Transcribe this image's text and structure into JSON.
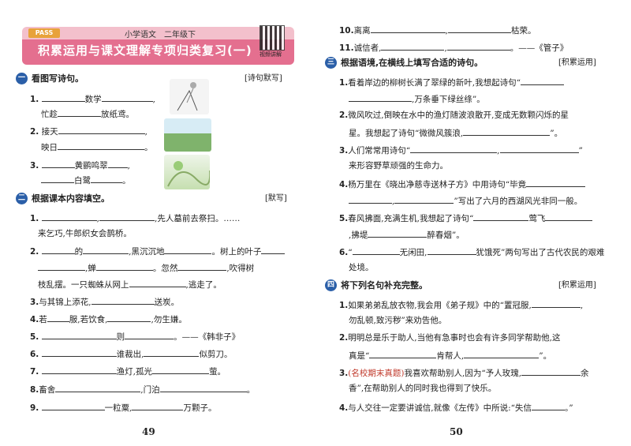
{
  "header": {
    "badge": "PASS",
    "subject": "小学语文　二年级下",
    "title": "积累运用与课文理解专项归类复习(一)",
    "qr_label": "视频讲解"
  },
  "left": {
    "section1": {
      "mark": "一",
      "title": "看图写诗句。",
      "tag": "[诗句默写]"
    },
    "s1_items": [
      {
        "num": "1.",
        "text_a": "",
        "mid": "数学",
        "text_b": "",
        "line2_a": "忙趁",
        "line2_b": "放纸鸢。"
      },
      {
        "num": "2.",
        "text_a": "接天",
        "line2_a": "映日"
      },
      {
        "num": "3.",
        "mid": "黄鹂鸣翠",
        "line2_b": "白鹭"
      }
    ],
    "section2": {
      "mark": "二",
      "title": "根据课本内容填空。",
      "tag": "[默写]"
    },
    "s2": {
      "q1": {
        "num": "1.",
        "a": ",",
        "b": ",先人墓前去祭扫。……",
        "c": "来乞巧,牛郎织女会鹊桥。"
      },
      "q2": {
        "num": "2.",
        "a": "的",
        "b": ",黑沉沉地",
        "c": "。树上的叶子",
        "d": ",蝉",
        "e": "。忽然",
        "f": ",吹得树",
        "g": "枝乱摆。一只蜘蛛从网上",
        "h": ",逃走了。"
      },
      "q3": {
        "num": "3.",
        "a": "与其锦上添花,",
        "b": "送炭。"
      },
      "q4": {
        "num": "4.",
        "a": "若",
        "b": "服,若饮食,",
        "c": ",勿生嫌。"
      },
      "q5": {
        "num": "5.",
        "a": "则",
        "b": "。——《韩非子》"
      },
      "q6": {
        "num": "6.",
        "a": "谁裁出,",
        "b": "似剪刀。"
      },
      "q7": {
        "num": "7.",
        "a": "渔灯,孤光",
        "b": "萤。"
      },
      "q8": {
        "num": "8.",
        "a": "畜舍",
        "b": ",门泊"
      },
      "q9": {
        "num": "9.",
        "a": "一粒粟,",
        "b": "万颗子。"
      }
    },
    "page_number": "49"
  },
  "right": {
    "top": {
      "q10": {
        "num": "10.",
        "a": "离离",
        "b": ",",
        "c": "枯荣。"
      },
      "q11": {
        "num": "11.",
        "a": "诚信者,",
        "b": "。——《管子》"
      }
    },
    "section3": {
      "mark": "三",
      "title": "根据语境,在横线上填写合适的诗句。",
      "tag": "[积累运用]"
    },
    "s3": {
      "q1": {
        "num": "1.",
        "a": "看着岸边的柳树长满了翠绿的新叶,我想起诗句“",
        "b": ",万条垂下绿丝绦”。"
      },
      "q2": {
        "num": "2.",
        "a": "微风吹过,倒映在水中的渔灯随波浪散开,变成无数颗闪烁的星",
        "b": "星。我想起了诗句“微微风簇浪,",
        "c": "”。"
      },
      "q3": {
        "num": "3.",
        "a": "人们常常用诗句“",
        "b": ",",
        "c": "来形容野草顽强的生命力。"
      },
      "q4": {
        "num": "4.",
        "a": "杨万里在《晓出净慈寺送林子方》中用诗句“毕竟",
        "b": ",",
        "c": "”写出了六月的西湖风光非同一般。"
      },
      "q5": {
        "num": "5.",
        "a": "春风拂面,充满生机,我想起了诗句“",
        "b": "莺飞",
        "c": ",拂堤",
        "d": "醉春烟”。"
      },
      "q6": {
        "num": "6.",
        "a": "“",
        "b": "无闲田,",
        "c": "犹饿死”两句写出了古代农民的艰难",
        "d": "处境。"
      }
    },
    "section4": {
      "mark": "四",
      "title": "将下列名句补充完整。",
      "tag": "[积累运用]"
    },
    "s4": {
      "q1": {
        "num": "1.",
        "a": "如果弟弟乱放衣物,我会用《弟子规》中的“置冠服,",
        "b": "勿乱顿,致污秽”来劝告他。"
      },
      "q2": {
        "num": "2.",
        "a": "明明总是乐于助人,当他有急事时也会有许多同学帮助他,这",
        "b": "真是“",
        "c": "肯帮人,",
        "d": "”。"
      },
      "q3": {
        "num": "3.",
        "tag": "(名校期末真题)",
        "a": "我喜欢帮助别人,因为“予人玫瑰,",
        "b": "余",
        "c": "香”,在帮助别人的同时我也得到了快乐。"
      },
      "q4": {
        "num": "4.",
        "a": "与人交往一定要讲诚信,就像《左传》中所说:“失信",
        "b": "。”"
      }
    },
    "page_number": "50"
  }
}
